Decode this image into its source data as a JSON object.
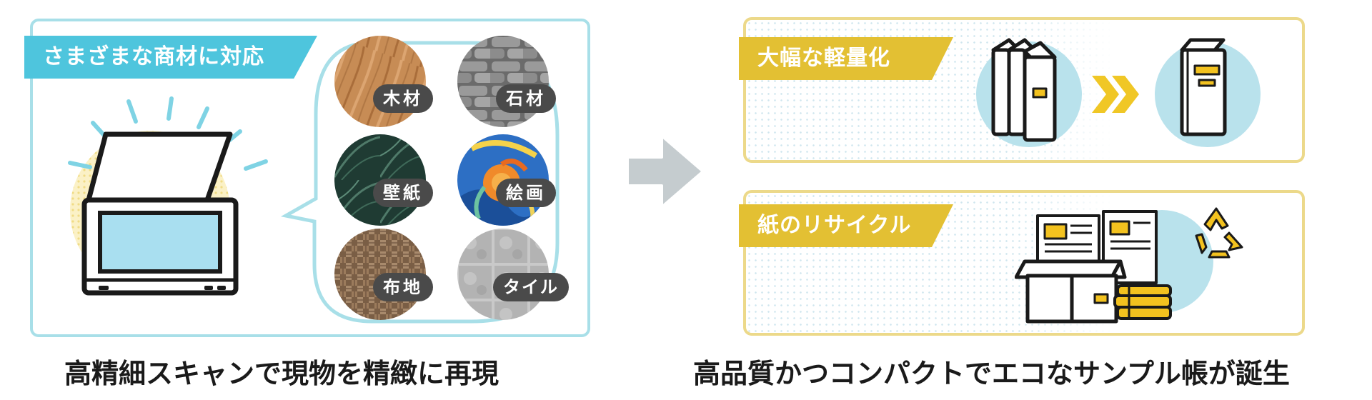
{
  "left_panel": {
    "banner": "さまざまな商材に対応",
    "materials": [
      {
        "label": "木材"
      },
      {
        "label": "石材"
      },
      {
        "label": "壁紙"
      },
      {
        "label": "絵画"
      },
      {
        "label": "布地"
      },
      {
        "label": "タイル"
      }
    ],
    "caption": "高精細スキャンで現物を精緻に再現"
  },
  "right_panel": {
    "top_banner": "大幅な軽量化",
    "bottom_banner": "紙のリサイクル",
    "caption": "高品質かつコンパクトでエコなサンプル帳が誕生"
  },
  "colors": {
    "cyan": "#4ec5dd",
    "light_cyan": "#a8dfe8",
    "gold": "#e3c033",
    "gray_tag": "#4a4a4a"
  }
}
